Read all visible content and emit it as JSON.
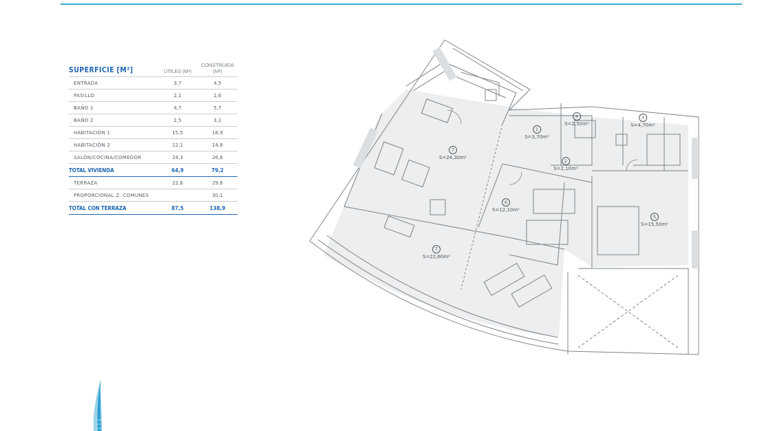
{
  "table": {
    "title": "SUPERFICIE [M²]",
    "col_utiles": "ÚTILES (M²)",
    "col_construida": "CONSTRUIDA (M²)",
    "rows": [
      {
        "name": "ENTRADA",
        "utiles": "3,7",
        "construida": "4,5"
      },
      {
        "name": "PASILLO",
        "utiles": "2,1",
        "construida": "2,6"
      },
      {
        "name": "BAÑO 1",
        "utiles": "4,7",
        "construida": "5,7"
      },
      {
        "name": "BAÑO 2",
        "utiles": "2,5",
        "construida": "3,1"
      },
      {
        "name": "HABITACIÓN 1",
        "utiles": "15,5",
        "construida": "18,9"
      },
      {
        "name": "HABITACIÓN 2",
        "utiles": "12,1",
        "construida": "14,8"
      },
      {
        "name": "SALÓN/COCINA/COMEDOR",
        "utiles": "24,3",
        "construida": "26,6"
      }
    ],
    "total_vivienda": {
      "name": "TOTAL VIVIENDA",
      "utiles": "64,9",
      "construida": "79,2"
    },
    "extra_rows": [
      {
        "name": "TERRAZA",
        "utiles": "22,6",
        "construida": "29,6"
      },
      {
        "name": "PROPORCIONAL Z. COMUNES",
        "utiles": "",
        "construida": "30,1"
      }
    ],
    "total_terraza": {
      "name": "TOTAL CON TERRAZA",
      "utiles": "87,5",
      "construida": "138,9"
    }
  },
  "rooms": [
    {
      "num": "1",
      "area": "S=3,70m²"
    },
    {
      "num": "4",
      "area": "S=2,50m²"
    },
    {
      "num": "3",
      "area": "S=4,70m²"
    },
    {
      "num": "7",
      "area": "S=24,30m²"
    },
    {
      "num": "2",
      "area": "S=2,10m²"
    },
    {
      "num": "6",
      "area": "S=12,10m²"
    },
    {
      "num": "5",
      "area": "S=15,50m²"
    },
    {
      "num": "T",
      "area": "S=22,60m²"
    }
  ],
  "colors": {
    "accent": "#1f66b4",
    "line": "#3aa9d4",
    "plan_line": "#7d848a"
  }
}
